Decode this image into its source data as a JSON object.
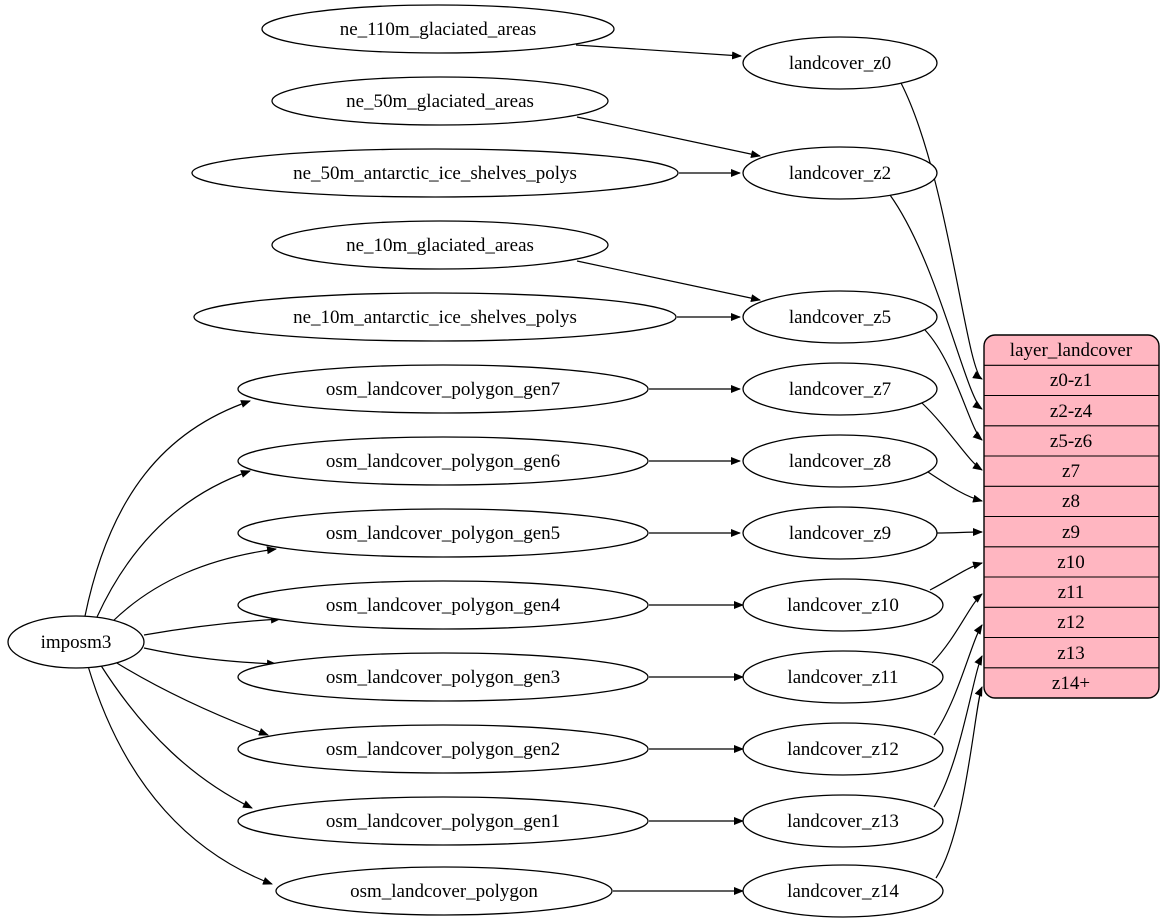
{
  "graph": {
    "type": "dependency-flow-diagram",
    "root": {
      "id": "imposm3",
      "label": "imposm3"
    },
    "sources": [
      {
        "id": "ne_110m_glaciated_areas",
        "label": "ne_110m_glaciated_areas"
      },
      {
        "id": "ne_50m_glaciated_areas",
        "label": "ne_50m_glaciated_areas"
      },
      {
        "id": "ne_50m_antarctic_ice_shelves_polys",
        "label": "ne_50m_antarctic_ice_shelves_polys"
      },
      {
        "id": "ne_10m_glaciated_areas",
        "label": "ne_10m_glaciated_areas"
      },
      {
        "id": "ne_10m_antarctic_ice_shelves_polys",
        "label": "ne_10m_antarctic_ice_shelves_polys"
      },
      {
        "id": "osm_landcover_polygon_gen7",
        "label": "osm_landcover_polygon_gen7"
      },
      {
        "id": "osm_landcover_polygon_gen6",
        "label": "osm_landcover_polygon_gen6"
      },
      {
        "id": "osm_landcover_polygon_gen5",
        "label": "osm_landcover_polygon_gen5"
      },
      {
        "id": "osm_landcover_polygon_gen4",
        "label": "osm_landcover_polygon_gen4"
      },
      {
        "id": "osm_landcover_polygon_gen3",
        "label": "osm_landcover_polygon_gen3"
      },
      {
        "id": "osm_landcover_polygon_gen2",
        "label": "osm_landcover_polygon_gen2"
      },
      {
        "id": "osm_landcover_polygon_gen1",
        "label": "osm_landcover_polygon_gen1"
      },
      {
        "id": "osm_landcover_polygon",
        "label": "osm_landcover_polygon"
      }
    ],
    "generalized_tables": [
      {
        "id": "landcover_z0",
        "label": "landcover_z0"
      },
      {
        "id": "landcover_z2",
        "label": "landcover_z2"
      },
      {
        "id": "landcover_z5",
        "label": "landcover_z5"
      },
      {
        "id": "landcover_z7",
        "label": "landcover_z7"
      },
      {
        "id": "landcover_z8",
        "label": "landcover_z8"
      },
      {
        "id": "landcover_z9",
        "label": "landcover_z9"
      },
      {
        "id": "landcover_z10",
        "label": "landcover_z10"
      },
      {
        "id": "landcover_z11",
        "label": "landcover_z11"
      },
      {
        "id": "landcover_z12",
        "label": "landcover_z12"
      },
      {
        "id": "landcover_z13",
        "label": "landcover_z13"
      },
      {
        "id": "landcover_z14",
        "label": "landcover_z14"
      }
    ],
    "layer_table": {
      "title": "layer_landcover",
      "rows": [
        "z0-z1",
        "z2-z4",
        "z5-z6",
        "z7",
        "z8",
        "z9",
        "z10",
        "z11",
        "z12",
        "z13",
        "z14+"
      ],
      "fill_color": "#ffb6c1",
      "border_color": "#000000"
    },
    "edges": [
      {
        "from": "ne_110m_glaciated_areas",
        "to": "landcover_z0"
      },
      {
        "from": "ne_50m_glaciated_areas",
        "to": "landcover_z2"
      },
      {
        "from": "ne_50m_antarctic_ice_shelves_polys",
        "to": "landcover_z2"
      },
      {
        "from": "ne_10m_glaciated_areas",
        "to": "landcover_z5"
      },
      {
        "from": "ne_10m_antarctic_ice_shelves_polys",
        "to": "landcover_z5"
      },
      {
        "from": "osm_landcover_polygon_gen7",
        "to": "landcover_z7"
      },
      {
        "from": "osm_landcover_polygon_gen6",
        "to": "landcover_z8"
      },
      {
        "from": "osm_landcover_polygon_gen5",
        "to": "landcover_z9"
      },
      {
        "from": "osm_landcover_polygon_gen4",
        "to": "landcover_z10"
      },
      {
        "from": "osm_landcover_polygon_gen3",
        "to": "landcover_z11"
      },
      {
        "from": "osm_landcover_polygon_gen2",
        "to": "landcover_z12"
      },
      {
        "from": "osm_landcover_polygon_gen1",
        "to": "landcover_z13"
      },
      {
        "from": "osm_landcover_polygon",
        "to": "landcover_z14"
      },
      {
        "from": "imposm3",
        "to": "osm_landcover_polygon_gen7"
      },
      {
        "from": "imposm3",
        "to": "osm_landcover_polygon_gen6"
      },
      {
        "from": "imposm3",
        "to": "osm_landcover_polygon_gen5"
      },
      {
        "from": "imposm3",
        "to": "osm_landcover_polygon_gen4"
      },
      {
        "from": "imposm3",
        "to": "osm_landcover_polygon_gen3"
      },
      {
        "from": "imposm3",
        "to": "osm_landcover_polygon_gen2"
      },
      {
        "from": "imposm3",
        "to": "osm_landcover_polygon_gen1"
      },
      {
        "from": "imposm3",
        "to": "osm_landcover_polygon"
      },
      {
        "from": "landcover_z0",
        "to": "layer_landcover:z0-z1"
      },
      {
        "from": "landcover_z2",
        "to": "layer_landcover:z2-z4"
      },
      {
        "from": "landcover_z5",
        "to": "layer_landcover:z5-z6"
      },
      {
        "from": "landcover_z7",
        "to": "layer_landcover:z7"
      },
      {
        "from": "landcover_z8",
        "to": "layer_landcover:z8"
      },
      {
        "from": "landcover_z9",
        "to": "layer_landcover:z9"
      },
      {
        "from": "landcover_z10",
        "to": "layer_landcover:z10"
      },
      {
        "from": "landcover_z11",
        "to": "layer_landcover:z11"
      },
      {
        "from": "landcover_z12",
        "to": "layer_landcover:z12"
      },
      {
        "from": "landcover_z13",
        "to": "layer_landcover:z13"
      },
      {
        "from": "landcover_z14",
        "to": "layer_landcover:z14+"
      }
    ]
  }
}
